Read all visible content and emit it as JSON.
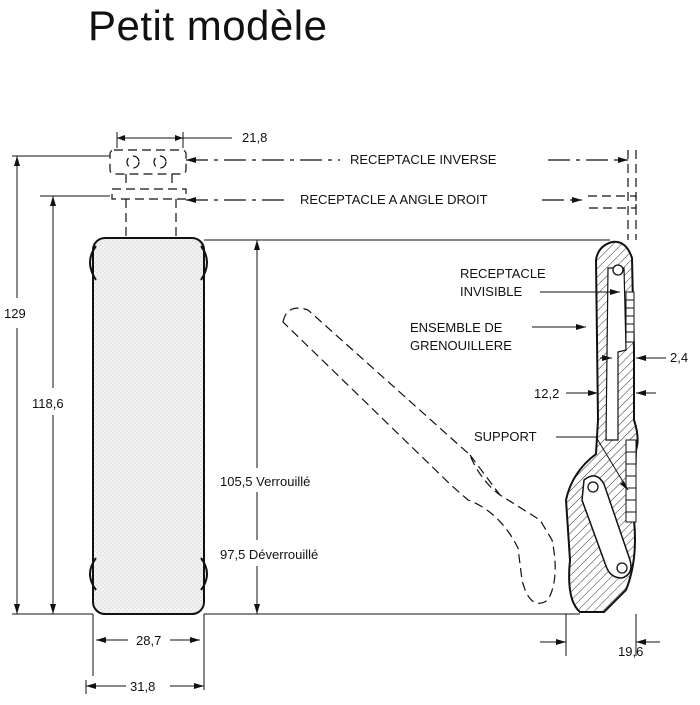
{
  "title": "Petit modèle",
  "dims": {
    "width_top": "21,8",
    "height_total": "129",
    "height_inner": "118,6",
    "locked": "105,5 Verrouillé",
    "unlocked": "97,5 Déverrouillé",
    "base_inner": "28,7",
    "base_outer": "31,8",
    "right_depth": "19,6",
    "offset_a": "2,4",
    "offset_b": "12,2"
  },
  "labels": {
    "receptacle_inverse": "RECEPTACLE INVERSE",
    "receptacle_angle": "RECEPTACLE A ANGLE DROIT",
    "receptacle_invisible_1": "RECEPTACLE",
    "receptacle_invisible_2": "INVISIBLE",
    "grenouillere_1": "ENSEMBLE DE",
    "grenouillere_2": "GRENOUILLERE",
    "support": "SUPPORT"
  }
}
